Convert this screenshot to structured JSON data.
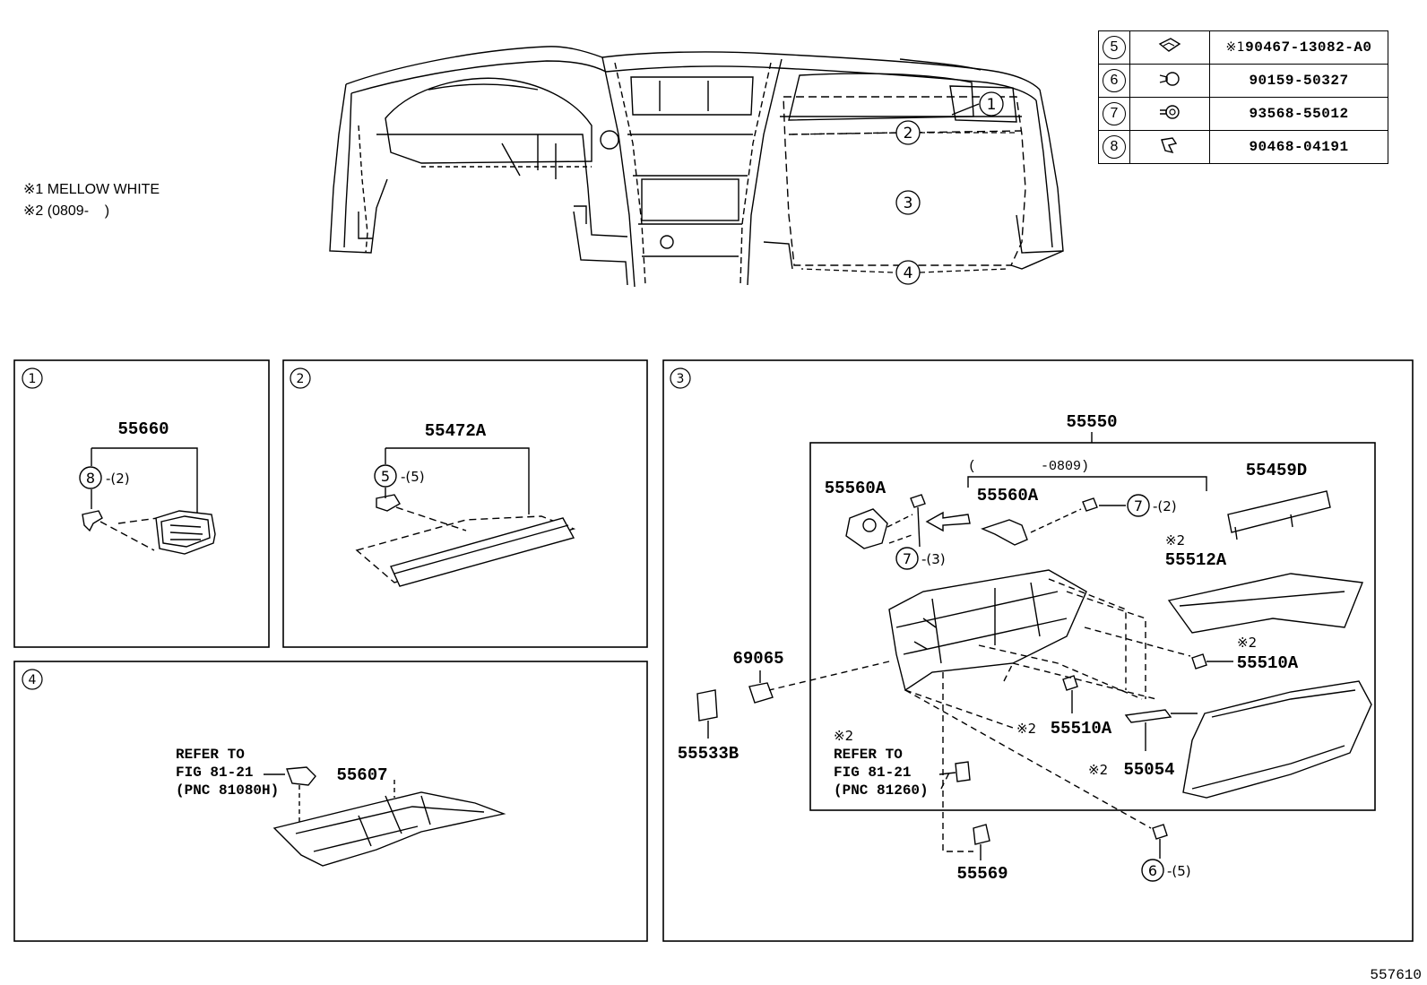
{
  "notes": [
    {
      "mark": "※1",
      "text": "MELLOW WHITE"
    },
    {
      "mark": "※2",
      "text": "(0809-    )"
    }
  ],
  "fastener_table": [
    {
      "ref": "5",
      "icon": "clip-nut-icon",
      "mark": "※1",
      "part": "90467-13082-A0"
    },
    {
      "ref": "6",
      "icon": "screw-icon",
      "mark": "",
      "part": "90159-50327"
    },
    {
      "ref": "7",
      "icon": "bolt-icon",
      "mark": "",
      "part": "93568-55012"
    },
    {
      "ref": "8",
      "icon": "clip-icon",
      "mark": "",
      "part": "90468-04191"
    }
  ],
  "overview_callouts": [
    "1",
    "2",
    "3",
    "4"
  ],
  "panel1": {
    "num": "1",
    "part": "55660",
    "ref": "8",
    "qty": "-(2)"
  },
  "panel2": {
    "num": "2",
    "part": "55472A",
    "ref": "5",
    "qty": "-(5)"
  },
  "panel4": {
    "num": "4",
    "part": "55607",
    "refer_line1": "REFER TO",
    "refer_line2": "FIG 81-21",
    "refer_line3": "(PNC 81080H)"
  },
  "panel3": {
    "num": "3",
    "assembly": "55550",
    "date_range": "(        -0809)",
    "parts": {
      "p55560A_left": "55560A",
      "p55560A_right": "55560A",
      "p55459D": "55459D",
      "p55512A": "55512A",
      "p55510A_right": "55510A",
      "p55510A_mid": "55510A",
      "p55054": "55054",
      "p69065": "69065",
      "p55533B": "55533B",
      "p55569": "55569"
    },
    "ref7a": "7",
    "ref7a_qty": "-(3)",
    "ref7b": "7",
    "ref7b_qty": "-(2)",
    "ref6": "6",
    "ref6_qty": "-(5)",
    "mark2": "※2",
    "refer_line1": "REFER TO",
    "refer_line2": "FIG 81-21",
    "refer_line3": "(PNC 81260)"
  },
  "figure_id": "557610"
}
